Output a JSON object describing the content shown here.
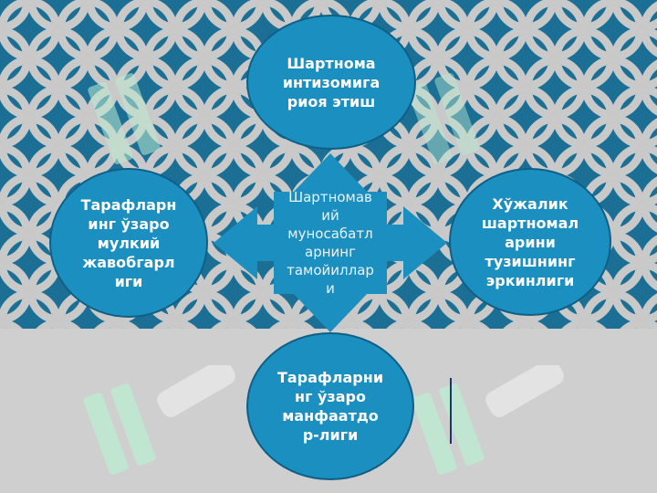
{
  "colors": {
    "top_background": "#1b6f95",
    "pattern_stroke": "#c9c9c9",
    "bottom_background": "#cfcfcf",
    "node_fill": "#1b8fbf",
    "node_border": "#0f5f86",
    "arrow_fill": "#1b8fbf",
    "watermark": "#b9e8cf"
  },
  "diagram": {
    "center": {
      "label": "Шартномав ий муносабатл арнинг тамойиллар и",
      "lines": [
        "Шартномав",
        "ий",
        "муносабатл",
        "арнинг",
        "тамойиллар",
        "и"
      ]
    },
    "nodes": {
      "top": {
        "lines": [
          "Шартнома",
          "интизомига",
          "риоя этиш"
        ]
      },
      "left": {
        "lines": [
          "Тарафларн",
          "инг ўзаро",
          "мулкий",
          "жавобгарл",
          "иги"
        ]
      },
      "right": {
        "lines": [
          "Хўжалик",
          "шартномал",
          "арини",
          "тузишнинг",
          "эркинлиги"
        ]
      },
      "bottom": {
        "lines": [
          "Тарафларни",
          "нг ўзаро",
          "манфаатдо",
          "р-лиги"
        ]
      }
    }
  },
  "watermarks": [
    "soft-logo-icon",
    "soft-logo-icon",
    "soft-logo-icon",
    "soft-logo-icon"
  ]
}
